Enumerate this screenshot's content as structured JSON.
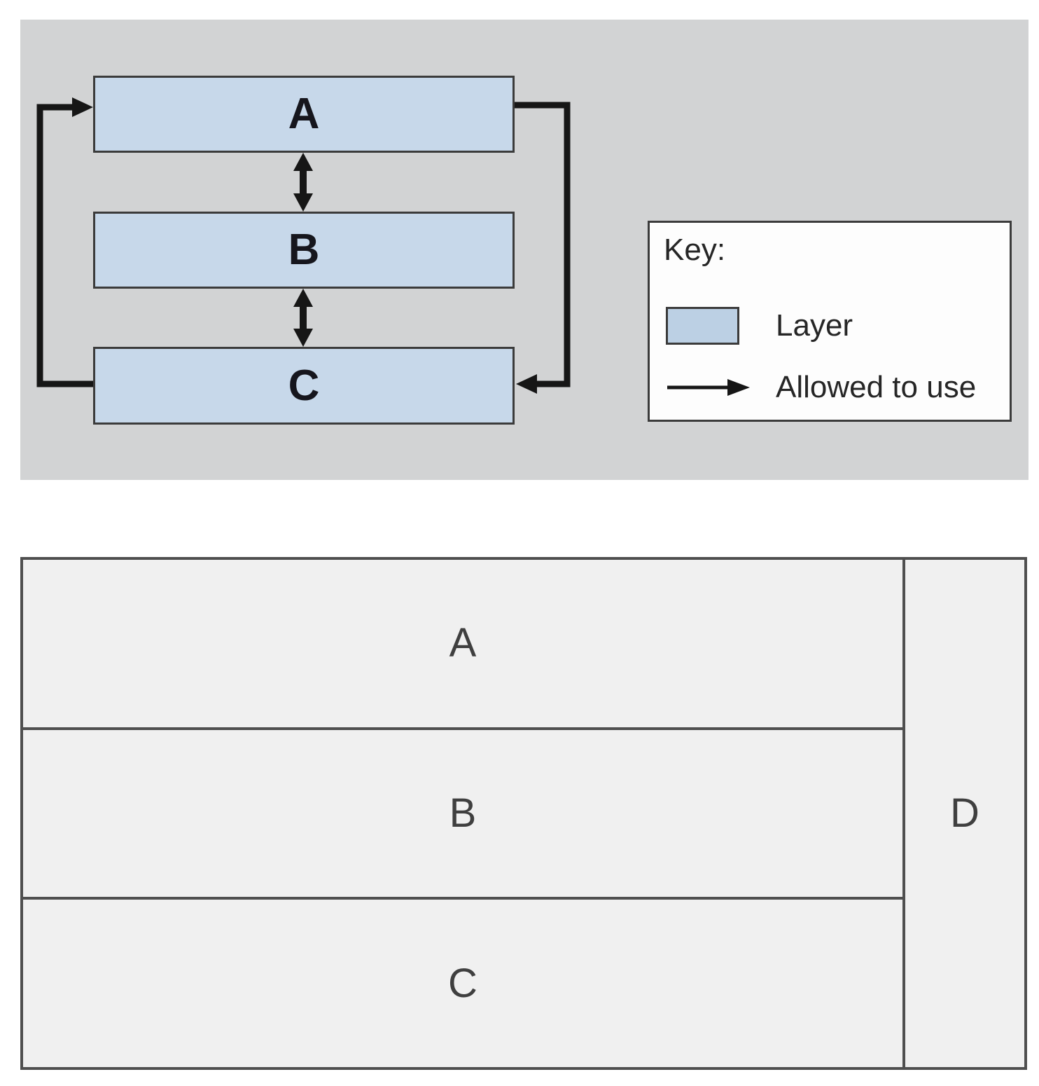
{
  "figure": {
    "background": "#ffffff"
  },
  "top_panel": {
    "background": "#d2d3d4",
    "layers": [
      {
        "label": "A"
      },
      {
        "label": "B"
      },
      {
        "label": "C"
      }
    ],
    "layer_style": {
      "fill": "#c7d8ea",
      "border": "#3b3b3b"
    },
    "arrows": {
      "color": "#161616",
      "items": [
        {
          "name": "c-to-a-allowed-arrow",
          "from": "C",
          "to": "A"
        },
        {
          "name": "a-to-c-allowed-arrow",
          "from": "A",
          "to": "C"
        },
        {
          "name": "a-b-bidirectional-arrow",
          "between": [
            "A",
            "B"
          ]
        },
        {
          "name": "b-c-bidirectional-arrow",
          "between": [
            "B",
            "C"
          ]
        }
      ]
    },
    "key": {
      "title": "Key:",
      "background": "#fdfdfd",
      "border": "#3b3b3b",
      "items": [
        {
          "icon": "layer-swatch",
          "label": "Layer"
        },
        {
          "icon": "right-arrow",
          "label": "Allowed to use"
        }
      ]
    }
  },
  "bottom_panel": {
    "background": "#f0f0f0",
    "border": "#4f4f4f",
    "label_color": "#3f3f3f",
    "rows": [
      {
        "label": "A"
      },
      {
        "label": "B"
      },
      {
        "label": "C"
      }
    ],
    "side_column": {
      "label": "D"
    }
  }
}
